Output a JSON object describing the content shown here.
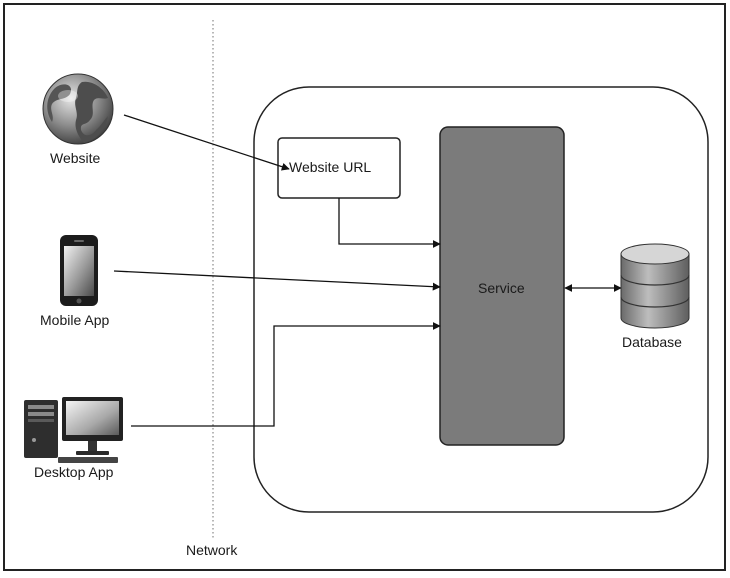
{
  "labels": {
    "website": "Website",
    "mobile_app": "Mobile App",
    "desktop_app": "Desktop App",
    "website_url": "Website URL",
    "service": "Service",
    "database": "Database",
    "network": "Network"
  },
  "colors": {
    "service_fill": "#7b7b7b",
    "line": "#111111",
    "divider": "#888888"
  },
  "icons": [
    "globe-icon",
    "smartphone-icon",
    "desktop-computer-icon",
    "database-icon"
  ]
}
